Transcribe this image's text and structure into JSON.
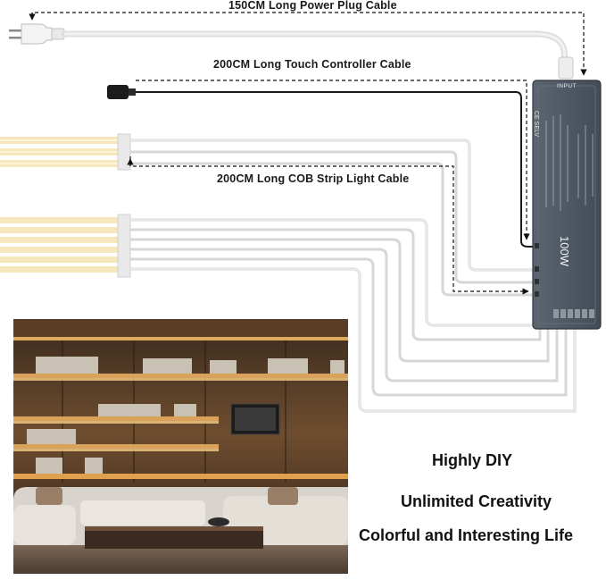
{
  "cables": {
    "power_plug": "150CM Long  Power Plug Cable",
    "touch_controller": "200CM Long Touch Controller Cable",
    "cob_strip": "200CM Long COB Strip Light Cable"
  },
  "power_supply": {
    "input_label": "INPUT",
    "wattage": "100W",
    "marks": "CE SELV"
  },
  "slogans": [
    "Highly DIY",
    "Unlimited Creativity",
    "Colorful and Interesting Life"
  ],
  "colors": {
    "strip_light": "#f6e7bd",
    "power_supply": "#4e5864",
    "cable": "#dcdcdc",
    "room_glow": "#e0a04e"
  }
}
